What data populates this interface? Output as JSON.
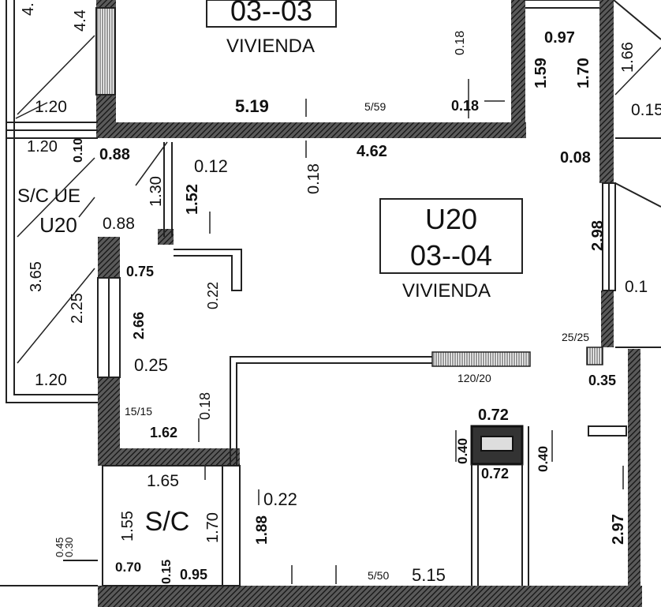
{
  "units": {
    "u_03_03": {
      "code": "03--03",
      "type": "VIVIENDA"
    },
    "u_03_04": {
      "unit": "U20",
      "code": "03--04",
      "type": "VIVIENDA"
    },
    "sc_ue": {
      "line1": "S/C UE",
      "line2": "U20"
    },
    "sc": {
      "label": "S/C"
    }
  },
  "dims": {
    "d_4_top": "4.",
    "d_4_4": "4.4",
    "d_1_20_a": "1.20",
    "d_5_19": "5.19",
    "d_5_59_a": "5/59",
    "d_0_18_a": "0.18",
    "d_0_18_b": "0.18",
    "d_0_97": "0.97",
    "d_1_59": "1.59",
    "d_1_70_a": "1.70",
    "d_1_66": "1.66",
    "d_0_15_r": "0.15",
    "d_1_20_b": "1.20",
    "d_0_10": "0.10",
    "d_0_88_a": "0.88",
    "d_4_62": "4.62",
    "d_0_12": "0.12",
    "d_0_18_c": "0.18",
    "d_1_30": "1.30",
    "d_1_52": "1.52",
    "d_0_08": "0.08",
    "d_0_88_b": "0.88",
    "d_3_65": "3.65",
    "d_2_98": "2.98",
    "d_0_1_r": "0.1",
    "d_0_75": "0.75",
    "d_0_22_a": "0.22",
    "d_2_25": "2.25",
    "d_2_66": "2.66",
    "d_0_25": "0.25",
    "d_25_25": "25/25",
    "d_120_20": "120/20",
    "d_0_35": "0.35",
    "d_1_20_c": "1.20",
    "d_15_15": "15/15",
    "d_0_18_d": "0.18",
    "d_1_62": "1.62",
    "d_0_72_a": "0.72",
    "d_0_40_a": "0.40",
    "d_0_40_b": "0.40",
    "d_0_72_b": "0.72",
    "d_1_65": "1.65",
    "d_1_55": "1.55",
    "d_1_70_b": "1.70",
    "d_0_22_b": "0.22",
    "d_1_88": "1.88",
    "d_2_97": "2.97",
    "d_0_45": "0.45",
    "d_0_30": "0.30",
    "d_0_70": "0.70",
    "d_0_15_b": "0.15",
    "d_0_95": "0.95",
    "d_5_50": "5/50",
    "d_5_15": "5.15"
  }
}
